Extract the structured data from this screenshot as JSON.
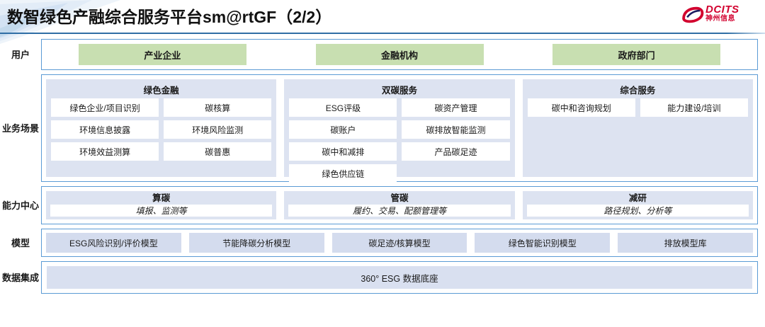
{
  "header": {
    "title": "数智绿色产融综合服务平台sm@rtGF（2/2）",
    "logo_en": "DCITS",
    "logo_cn": "神州信息",
    "brand_color": "#d2002e",
    "rule_color": "#2f6ea5"
  },
  "colors": {
    "row_border": "#5b9bd5",
    "panel_bg": "#dde3f1",
    "user_box": "#c8dfb1",
    "model_box": "#d4dcee",
    "data_box": "#d9e0f0"
  },
  "rows": [
    {
      "label": "用户",
      "type": "user",
      "items": [
        "产业企业",
        "金融机构",
        "政府部门"
      ]
    },
    {
      "label": "业务场景",
      "type": "groups",
      "groups": [
        {
          "title": "绿色金融",
          "tiles": [
            "绿色企业/项目识别",
            "碳核算",
            "环境信息披露",
            "环境风险监测",
            "环境效益测算",
            "碳普惠"
          ]
        },
        {
          "title": "双碳服务",
          "tiles": [
            "ESG评级",
            "碳资产管理",
            "碳账户",
            "碳排放智能监测",
            "碳中和减排",
            "产品碳足迹",
            "绿色供应链"
          ]
        },
        {
          "title": "综合服务",
          "tiles": [
            "碳中和咨询规划",
            "能力建设/培训"
          ]
        }
      ]
    },
    {
      "label": "能力中心",
      "type": "capability",
      "items": [
        {
          "title": "算碳",
          "sub": "填报、监测等"
        },
        {
          "title": "管碳",
          "sub": "履约、交易、配额管理等"
        },
        {
          "title": "减研",
          "sub": "路径规划、分析等"
        }
      ]
    },
    {
      "label": "模型",
      "type": "model",
      "items": [
        "ESG风险识别/评价模型",
        "节能降碳分析模型",
        "碳足迹/核算模型",
        "绿色智能识别模型",
        "排放模型库"
      ]
    },
    {
      "label": "数据集成",
      "type": "data",
      "items": [
        "360° ESG 数据底座"
      ]
    }
  ]
}
